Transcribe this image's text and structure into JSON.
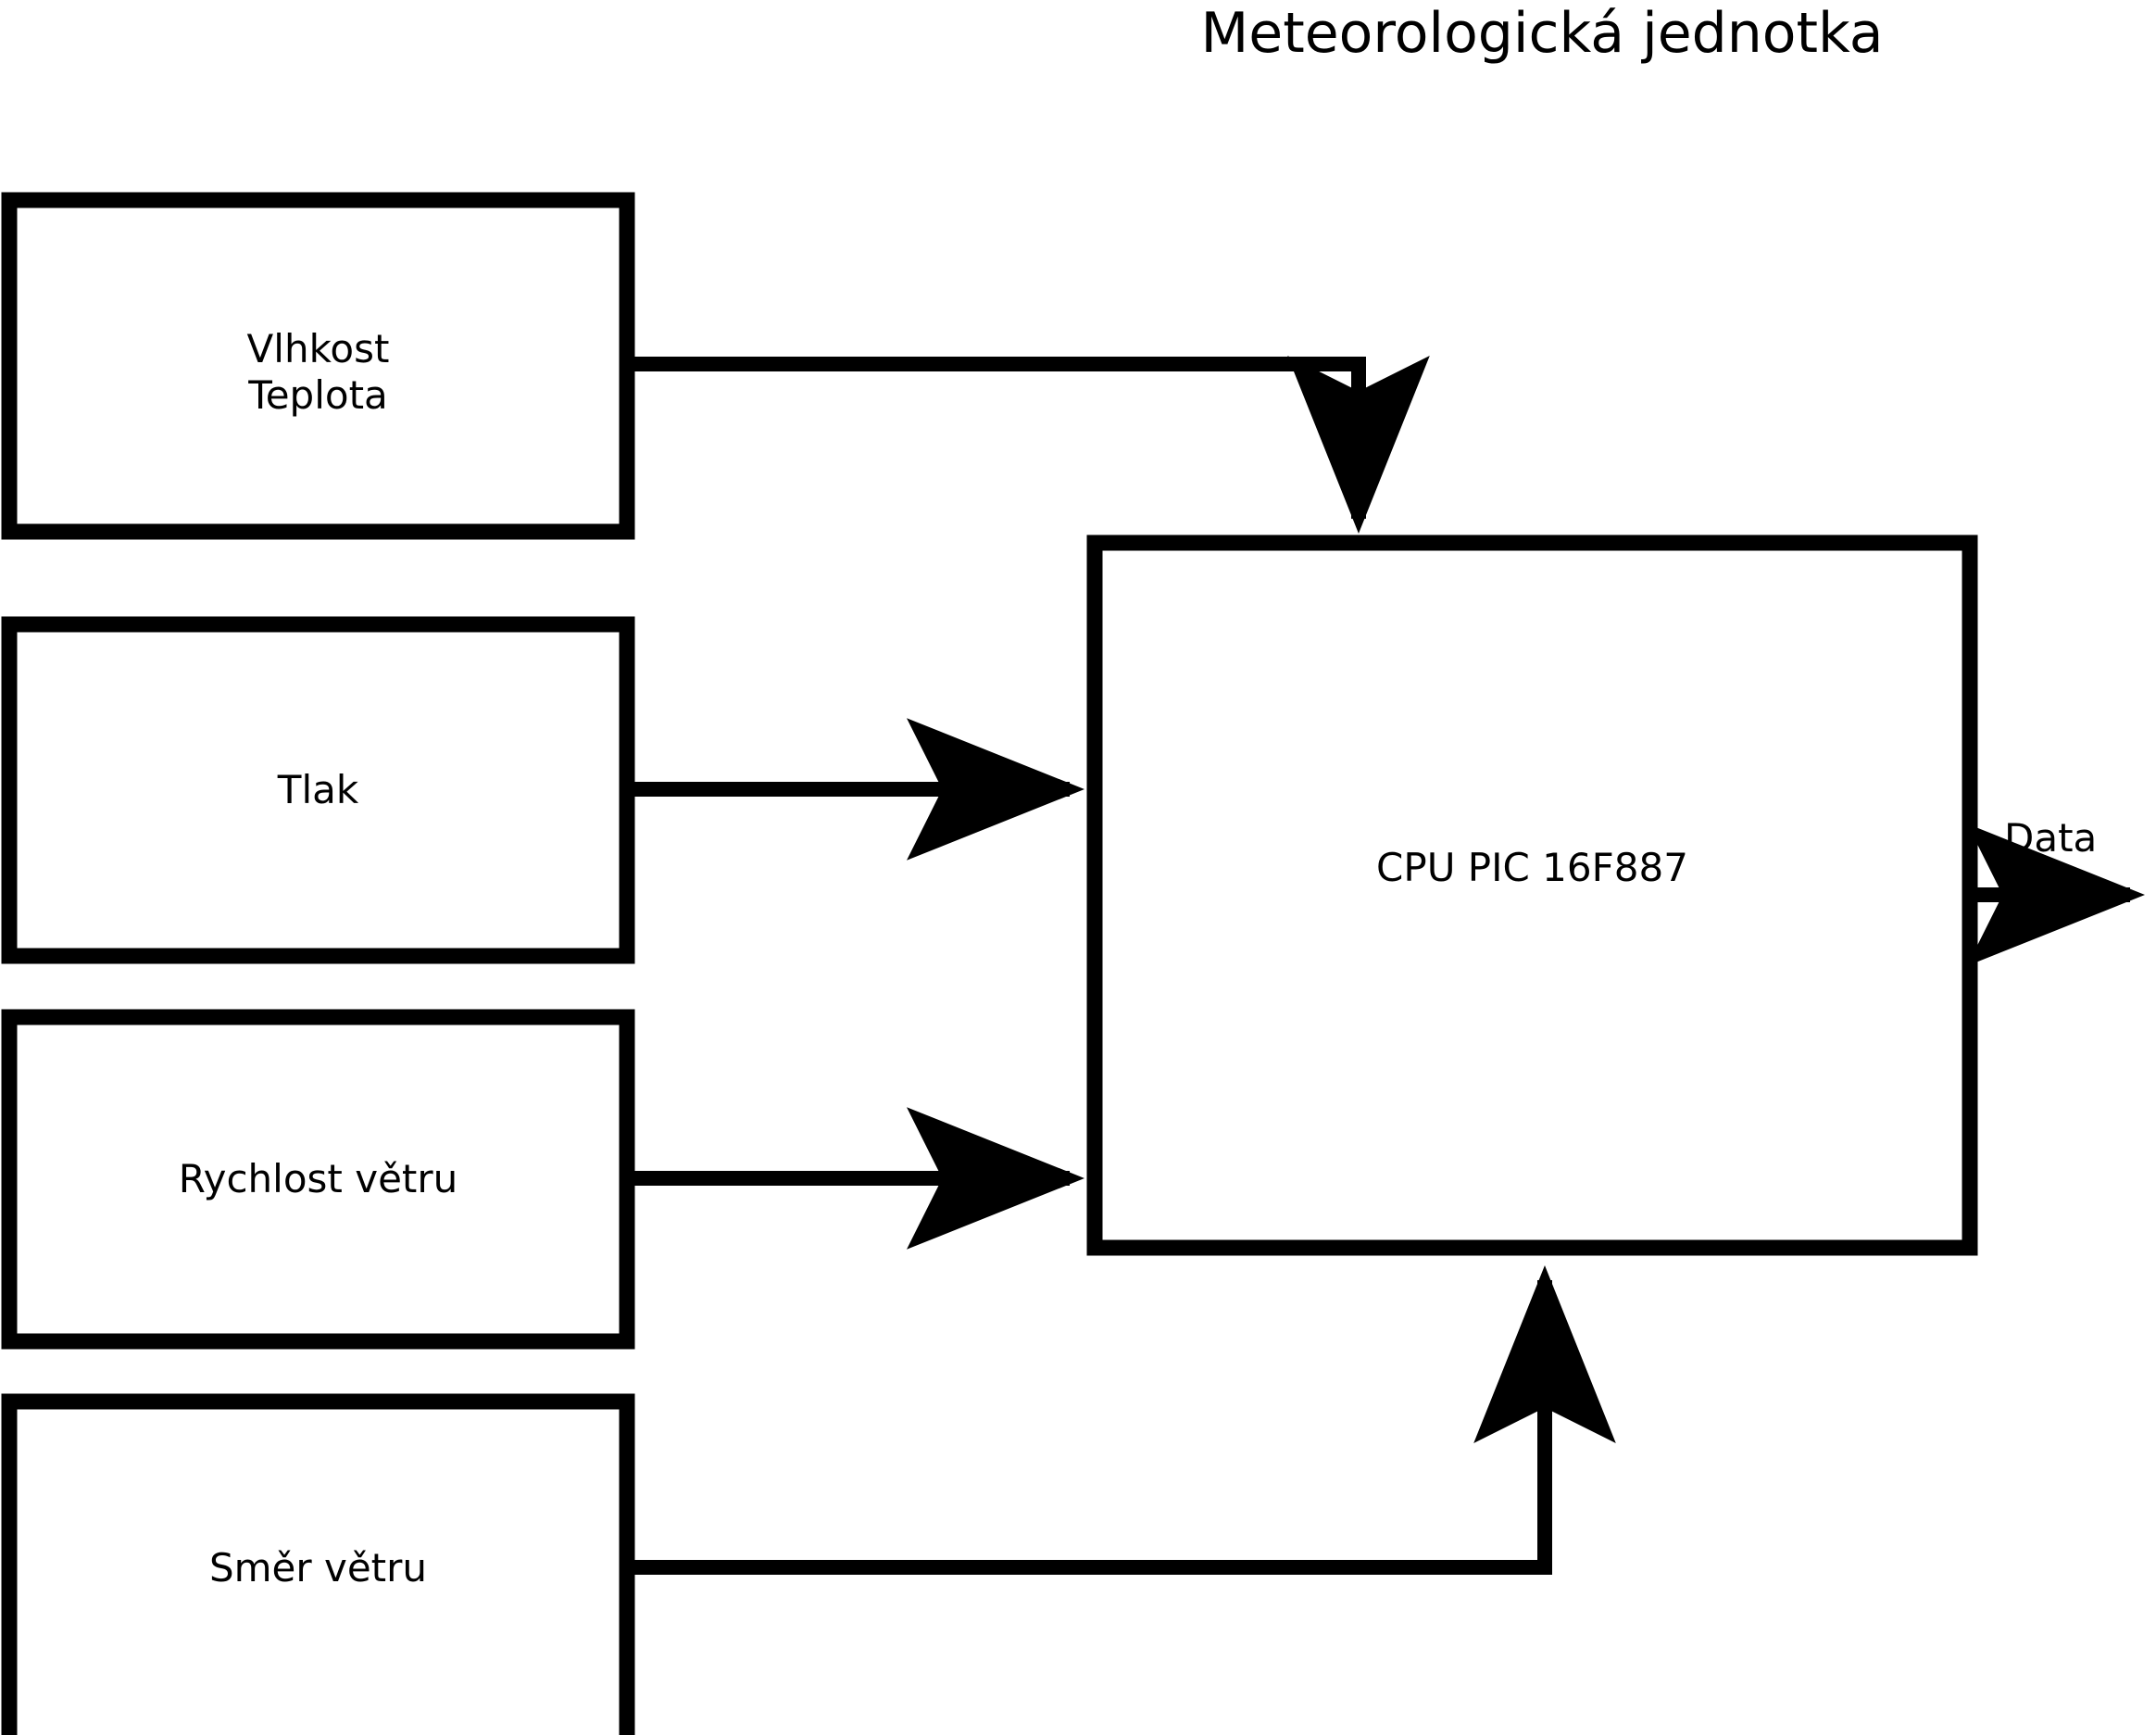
{
  "title": "Meteorologická jednotka",
  "diagram": {
    "type": "block-diagram",
    "background_color": "#ffffff",
    "stroke_color": "#000000",
    "nodes": [
      {
        "id": "humidity-temperature",
        "label": "Vlhkost\nTeplota",
        "label_line1": "Vlhkost",
        "label_line2": "Teplota",
        "shape": "rectangle"
      },
      {
        "id": "pressure",
        "label": "Tlak",
        "shape": "rectangle"
      },
      {
        "id": "wind-speed",
        "label": "Rychlost větru",
        "shape": "rectangle"
      },
      {
        "id": "wind-direction",
        "label": "Směr větru",
        "shape": "rectangle"
      },
      {
        "id": "cpu",
        "label": "CPU PIC 16F887",
        "shape": "rectangle"
      }
    ],
    "edges": [
      {
        "id": "humidity-temperature-to-cpu",
        "from": "humidity-temperature",
        "to": "cpu",
        "label": "",
        "arrow": "down"
      },
      {
        "id": "pressure-to-cpu",
        "from": "pressure",
        "to": "cpu",
        "label": "",
        "arrow": "right"
      },
      {
        "id": "wind-speed-to-cpu",
        "from": "wind-speed",
        "to": "cpu",
        "label": "",
        "arrow": "right"
      },
      {
        "id": "wind-direction-to-cpu",
        "from": "wind-direction",
        "to": "cpu",
        "label": "",
        "arrow": "up"
      },
      {
        "id": "cpu-to-output",
        "from": "cpu",
        "to": "output",
        "label": "Data",
        "arrow": "right"
      }
    ],
    "output_label": "Data"
  }
}
